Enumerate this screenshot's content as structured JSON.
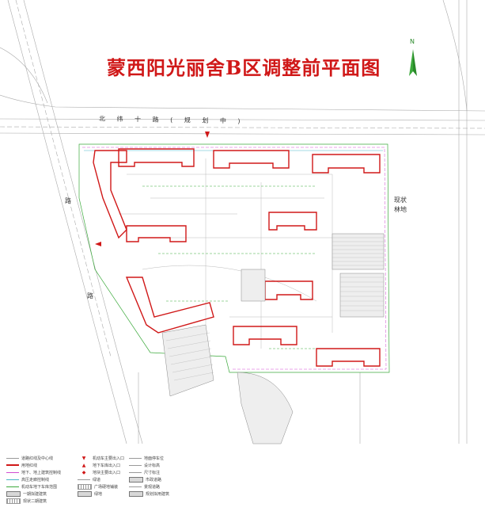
{
  "title": "蒙西阳光丽舍B区调整前平面图",
  "road_north": "北 纬 十 路 ( 规 划 中 )",
  "road_west": "路",
  "road_west2": "路",
  "existing_forest": [
    "现状",
    "林地"
  ],
  "compass_label": "N",
  "colors": {
    "title_red": "#d01818",
    "building_outline": "#d01818",
    "road_line": "#9a9a9a",
    "green_line": "#3caa3c",
    "cyan_line": "#48b6c8",
    "magenta_line": "#d24cd2"
  },
  "legend": {
    "items": [
      "道路红线及中心线",
      "用地红线",
      "地下、地上建筑控制线",
      "高压走廊控制线",
      "机动车地下车库范围",
      "一期拟建建筑",
      "现状二期建筑",
      "机动车主要出入口",
      "地下车库出入口",
      "地块主要出入口",
      "绿道",
      "广场硬地铺装",
      "绿地",
      "地面停车位",
      "设计标高",
      "尺寸标注",
      "市政道路",
      "景观道路",
      "规划拟用建筑"
    ]
  }
}
